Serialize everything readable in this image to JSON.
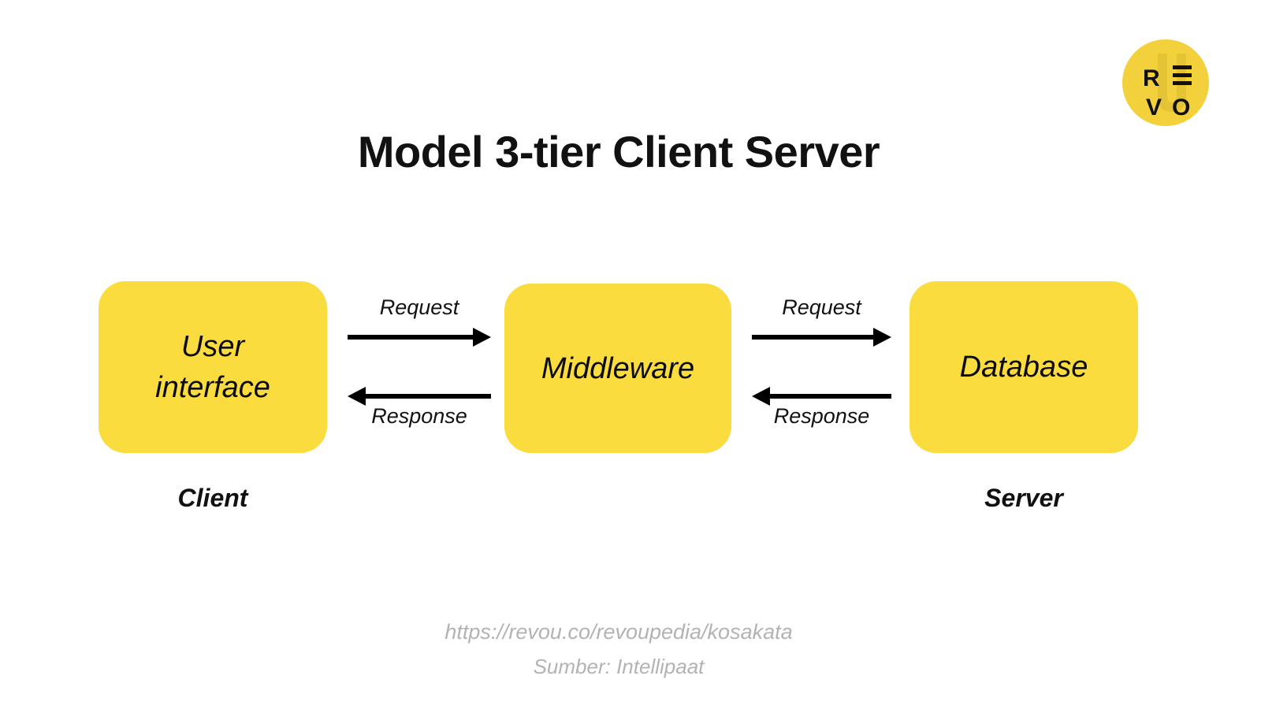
{
  "slide": {
    "title": "Model 3-tier Client Server",
    "background_color": "#ffffff",
    "accent_color": "#FBDC3F",
    "text_color": "#111111",
    "footer_color": "#b3b3b3"
  },
  "logo": {
    "name": "revo-logo",
    "letters": [
      "R",
      "E",
      "V",
      "O"
    ],
    "circle_color": "#F2D13C",
    "swoosh_color": "#E4C335",
    "letter_color": "#111111"
  },
  "nodes": [
    {
      "id": "user-interface",
      "label": "User\ninterface"
    },
    {
      "id": "middleware",
      "label": "Middleware"
    },
    {
      "id": "database",
      "label": "Database"
    }
  ],
  "captions": [
    {
      "id": "client",
      "label": "Client"
    },
    {
      "id": "server",
      "label": "Server"
    }
  ],
  "arrow_groups": [
    {
      "id": "ui-middleware",
      "request_label": "Request",
      "response_label": "Response",
      "request_direction": "right",
      "response_direction": "left"
    },
    {
      "id": "middleware-database",
      "request_label": "Request",
      "response_label": "Response",
      "request_direction": "right",
      "response_direction": "left"
    }
  ],
  "footer": {
    "url": "https://revou.co/revoupedia/kosakata",
    "source": "Sumber: Intellipaat"
  }
}
